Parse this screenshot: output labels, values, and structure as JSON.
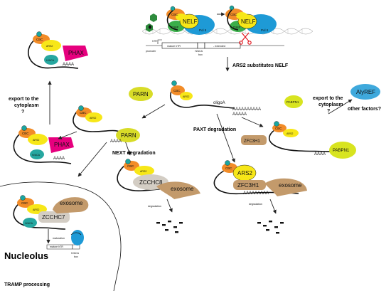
{
  "colors": {
    "cbc": "#f28c28",
    "ars2": "#f7e718",
    "phax": "#e6007e",
    "hiaca": "#26a7a0",
    "cap": "#1aa6a0",
    "parn": "#d8dc28",
    "pabpn1": "#d8e420",
    "alyref": "#3fa9dc",
    "exosome": "#c39a6b",
    "zfc3h1": "#c39a6b",
    "zcchc8": "#d3cdc4",
    "zcchc7": "#d3cdc4",
    "dsif": "#3aae4a",
    "pol2": "#1e9ad6",
    "nelf": "#f7e718",
    "kinase": "#2e8b3d",
    "scissors": "#e11b22"
  },
  "labels": {
    "cbc": "CBC",
    "ars2": "ARS2",
    "phax": "PHAX",
    "hiaca": "H/ACA",
    "polyA": "AAAA",
    "parn": "PARN",
    "pabpn1": "PABPN1",
    "alyref": "AlyREF",
    "zfc3h1": "ZFC3H1",
    "zcchc8": "ZCCHC8",
    "zcchc7": "ZCCHC7",
    "exosome": "exosome",
    "dsif": "DSIF",
    "nelf": "NELF",
    "pol2": "Pol II",
    "oligoA": "oligoA",
    "oligoA_tail_1": "AAAAAAAAAA",
    "oligoA_tail_2": "AAAAA",
    "pabpn1_tail": "AAAA",
    "zfc3h1_tail": "AAAAAAAAA",
    "degradation": "degradation",
    "maturation": "maturation",
    "promoter": "promoter",
    "mature_htr": "mature hTR",
    "hiaca_box": "H/ACA\nbox",
    "extended": "extended",
    "htr": "hTR"
  },
  "annotations": {
    "ars2_substitutes": "ARS2 substitutes NELF",
    "export_left": "export to the\ncytoplasm\n?",
    "export_right": "export to the\ncytoplasm\n?",
    "other_factors": "other factors?",
    "next_degradation": "NEXT degradation",
    "paxt_degradation": "PAXT degradation",
    "nucleolus": "Nucleolus",
    "tramp": "TRAMP processing"
  }
}
